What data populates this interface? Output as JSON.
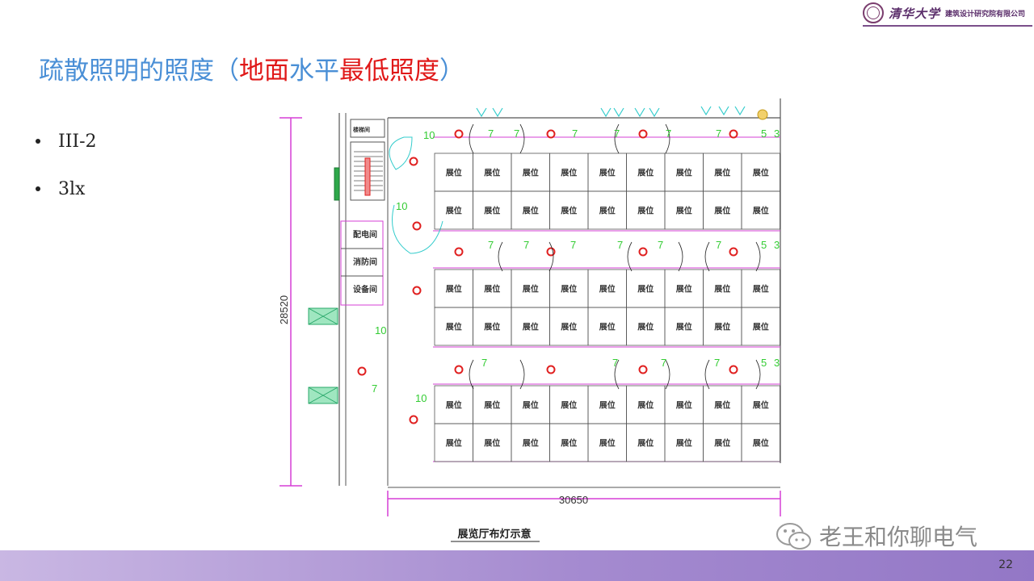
{
  "header": {
    "logo_name": "清华大学",
    "logo_sub": "建筑设计研究院有限公司"
  },
  "title": {
    "part1": "疏散照明的照度（",
    "part2": "地面",
    "part3": "水平",
    "part4": "最低照度",
    "part5": "）"
  },
  "bullets": [
    "III-2",
    "3lx"
  ],
  "drawing": {
    "dim_height": "28520",
    "dim_width": "30650",
    "caption": "展览厅布灯示意",
    "booth_label": "展位",
    "rooms": [
      "配电间",
      "消防间",
      "设备间"
    ],
    "stair_label": "楼梯间",
    "levels": {
      "ten": "10",
      "seven": "7",
      "five": "5",
      "three": "3"
    }
  },
  "watermark": "老王和你聊电气",
  "page_number": "22",
  "colors": {
    "title_blue": "#4a8fd6",
    "title_red": "#e01818",
    "footer": "#a58bd0",
    "cad_magenta": "#d63fd6",
    "cad_green": "#33cc33",
    "cad_cyan": "#33cccc",
    "cad_lamp_red": "#e02020"
  }
}
